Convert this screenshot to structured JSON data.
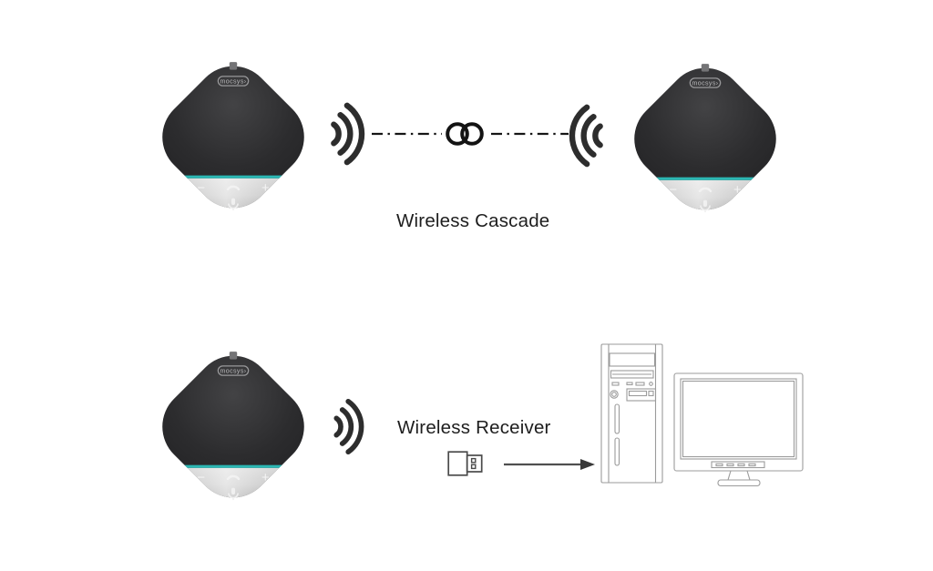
{
  "device": {
    "brand_label": "mocsys›",
    "indicator": "status-square",
    "controls": {
      "minus": "−",
      "plus": "+",
      "call": "call-button",
      "mic": "mute-mic-button"
    },
    "accent_line": "teal"
  },
  "cascade_section": {
    "label": "Wireless Cascade",
    "connection": "dash-dot-line",
    "link_icon": "interlocked-rings",
    "signal_icons": [
      "signal-waves-right",
      "signal-waves-left"
    ]
  },
  "receiver_section": {
    "label": "Wireless Receiver",
    "signal_icon": "signal-waves-right",
    "usb_dongle": "usb-receiver-dongle",
    "arrow": "right-arrow",
    "computer": [
      "desktop-tower",
      "monitor"
    ]
  },
  "colors": {
    "background": "#ffffff",
    "accent_teal": "#2bb7b3",
    "device_body": "#28282a",
    "signal_dark": "#2d2d2d",
    "connector_dark": "#161616",
    "text": "#1e1e1e",
    "line_art_gray": "#9b9b9b",
    "dongle_gray": "#4a4a4a",
    "silver": "#c7c7c7",
    "brand_text_gray": "#bcbcbe"
  }
}
